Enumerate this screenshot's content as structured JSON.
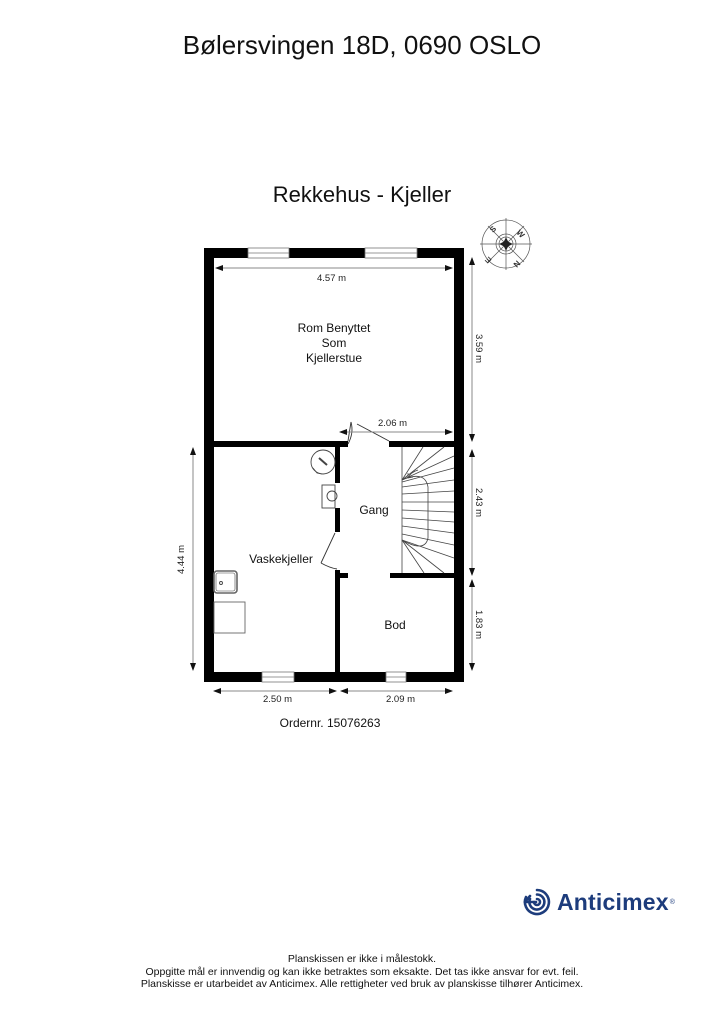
{
  "header": {
    "address": "Bølersvingen 18D, 0690 OSLO",
    "plan_title": "Rekkehus  - Kjeller"
  },
  "compass": {
    "icon": "compass-rose-icon",
    "labels": [
      "S",
      "W",
      "N",
      "E"
    ]
  },
  "rooms": {
    "kjellerstue": {
      "line1": "Rom Benyttet",
      "line2": "Som",
      "line3": "Kjellerstue"
    },
    "gang": {
      "label": "Gang"
    },
    "vaskekjeller": {
      "label": "Vaskekjeller"
    },
    "bod": {
      "label": "Bod"
    }
  },
  "dimensions": {
    "top_width": "4.57 m",
    "right_upper_height": "3.59 m",
    "hall_width": "2.06 m",
    "right_middle_height": "2.43 m",
    "right_lower_height": "1.83 m",
    "left_height": "4.44 m",
    "bottom_left_width": "2.50 m",
    "bottom_right_width": "2.09 m"
  },
  "order": {
    "text": "Ordernr. 15076263"
  },
  "brand": {
    "name": "Anticimex",
    "registered": "®",
    "color": "#1d3c7c",
    "icon": "anticimex-logo-icon"
  },
  "footer": {
    "line1": "Planskissen er ikke i målestokk.",
    "line2": "Oppgitte mål er innvendig og kan ikke betraktes som eksakte. Det tas ikke ansvar for evt. feil.",
    "line3": "Planskisse er utarbeidet av Anticimex. Alle rettigheter ved bruk av planskisse tilhører Anticimex."
  }
}
